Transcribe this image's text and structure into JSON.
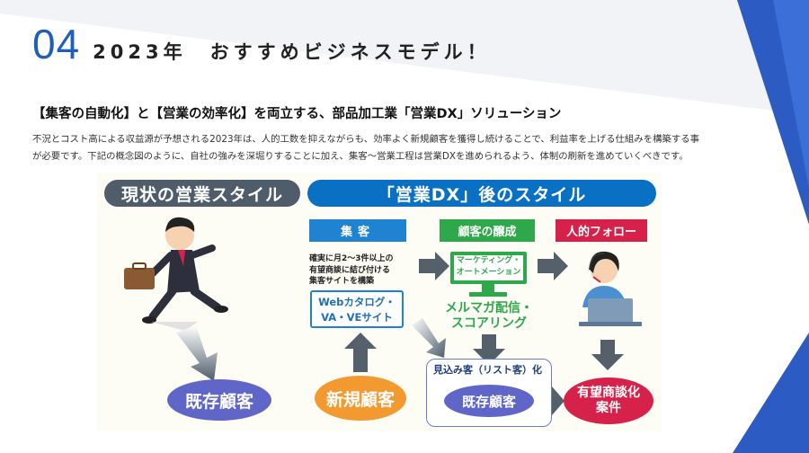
{
  "slide": {
    "section_number": "04",
    "section_title": "2023年　おすすめビジネスモデル！",
    "subtitle": "【集客の自動化】と【営業の効率化】を両立する、部品加工業「営業DX」ソリューション",
    "body_lines": [
      "不況とコスト高による収益源が予想される2023年は、人的工数を抑えながらも、効率よく新規顧客を獲得し続けることで、利益率を上げる仕組みを構築する事",
      "が必要です。下記の概念図のように、自社の強みを深堀りすることに加え、集客～営業工程は営業DXを進められるよう、体制の刷新を進めていくべきです。"
    ]
  },
  "diagram": {
    "left_header": "現状の営業スタイル",
    "right_header": "「営業DX」後のスタイル",
    "col_acquisition": "集客",
    "col_nurturing": "顧客の醸成",
    "col_follow": "人的フォロー",
    "acquisition_text": [
      "確実に月2～3件以上の",
      "有望商談に結び付ける",
      "集客サイトを構築"
    ],
    "web_box": [
      "Webカタログ・",
      "VA・VEサイト"
    ],
    "monitor_text": [
      "マーケティング・",
      "オートメーション"
    ],
    "mail_text": [
      "メルマガ配信・",
      "スコアリング"
    ],
    "prospect_label": "見込み客（リスト客）化",
    "existing_left": "既存顧客",
    "new_customers": "新規顧客",
    "existing_right": "既存顧客",
    "promising": [
      "有望商談化",
      "案件"
    ]
  },
  "colors": {
    "accent_blue": "#1f5fb8",
    "dx_blue": "#0a70c4",
    "green": "#2ea84a",
    "red": "#d6224a",
    "orange": "#f29a30",
    "purple": "#5f66c7",
    "gray": "#4f5d6b"
  }
}
